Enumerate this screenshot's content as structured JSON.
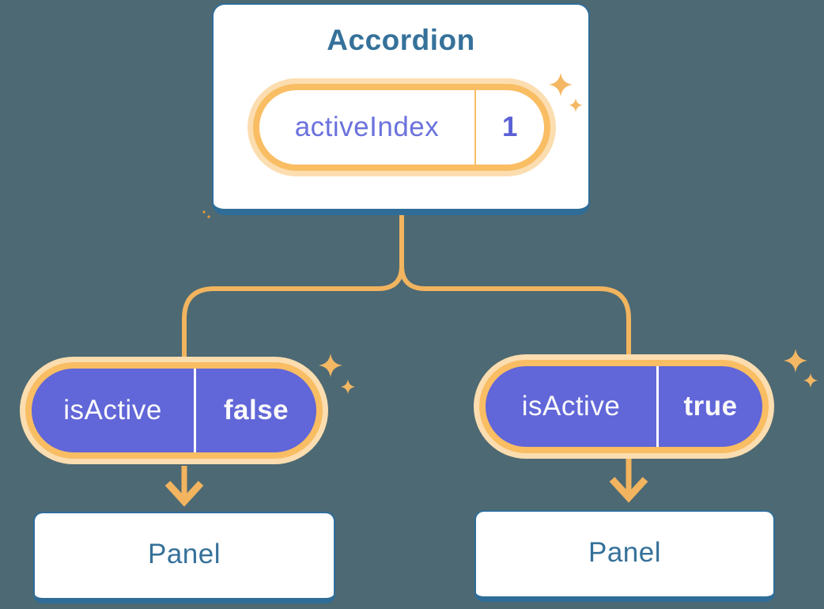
{
  "diagram": {
    "description": "Component tree diagram showing state flowing from an Accordion component down to two Panel children",
    "background_color": "#4D6973",
    "accordion": {
      "title": "Accordion",
      "state": {
        "label": "activeIndex",
        "value": "1"
      }
    },
    "children": [
      {
        "pill": {
          "label": "isActive",
          "value": "false"
        },
        "panel": {
          "label": "Panel"
        }
      },
      {
        "pill": {
          "label": "isActive",
          "value": "true"
        },
        "panel": {
          "label": "Panel"
        }
      }
    ],
    "icons": {
      "sparkle": "four-point-star-sparkle"
    },
    "colors": {
      "background": "#4D6973",
      "card_fill": "#FFFFFF",
      "card_border_blue": "#2F6D98",
      "heading_blue": "#35719A",
      "pill_ring_orange": "#F9BD63",
      "pill_glow_peach": "#FBDDB0",
      "connector_orange": "#F2B45F",
      "sparkle_orange": "#F4B763",
      "purple_fill": "#6166D8",
      "purple_text": "#6B72DC",
      "white_text": "#FAFAFC"
    }
  }
}
